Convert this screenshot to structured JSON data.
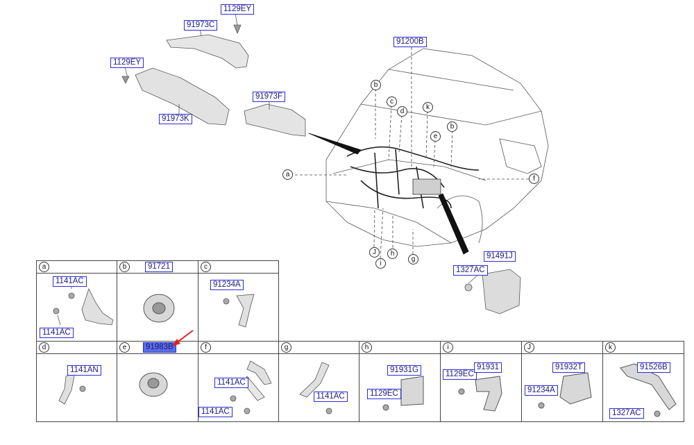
{
  "main_labels": {
    "fastener_top": "1129EY",
    "duct_upper": "91973C",
    "fastener_left": "1129EY",
    "duct_lower": "91973K",
    "duct_mid": "91973F",
    "harness_main": "91200B",
    "bracket_right": "91491J",
    "nut_right": "1327AC"
  },
  "callout_letters": [
    "a",
    "b",
    "b",
    "c",
    "d",
    "e",
    "f",
    "g",
    "h",
    "i",
    "J",
    "k"
  ],
  "detail_cells": [
    {
      "letter": "a",
      "labels": [
        "1141AC",
        "1141AC"
      ]
    },
    {
      "letter": "b",
      "labels": [
        "91721"
      ]
    },
    {
      "letter": "c",
      "labels": [
        "91234A"
      ]
    },
    {
      "letter": "d",
      "labels": [
        "1141AN"
      ]
    },
    {
      "letter": "e",
      "labels": [
        "91983B"
      ]
    },
    {
      "letter": "f",
      "labels": [
        "1141AC",
        "1141AC"
      ]
    },
    {
      "letter": "g",
      "labels": [
        "1141AC"
      ]
    },
    {
      "letter": "h",
      "labels": [
        "91931G",
        "1129EC"
      ]
    },
    {
      "letter": "i",
      "labels": [
        "1129EC",
        "91931"
      ]
    },
    {
      "letter": "J",
      "labels": [
        "91932T",
        "91234A"
      ]
    },
    {
      "letter": "k",
      "labels": [
        "91526B",
        "1327AC"
      ]
    }
  ],
  "colors": {
    "label_border": "#2b2bd6",
    "highlight": "#5a6ee8",
    "pointer_arrow": "#e02020"
  }
}
